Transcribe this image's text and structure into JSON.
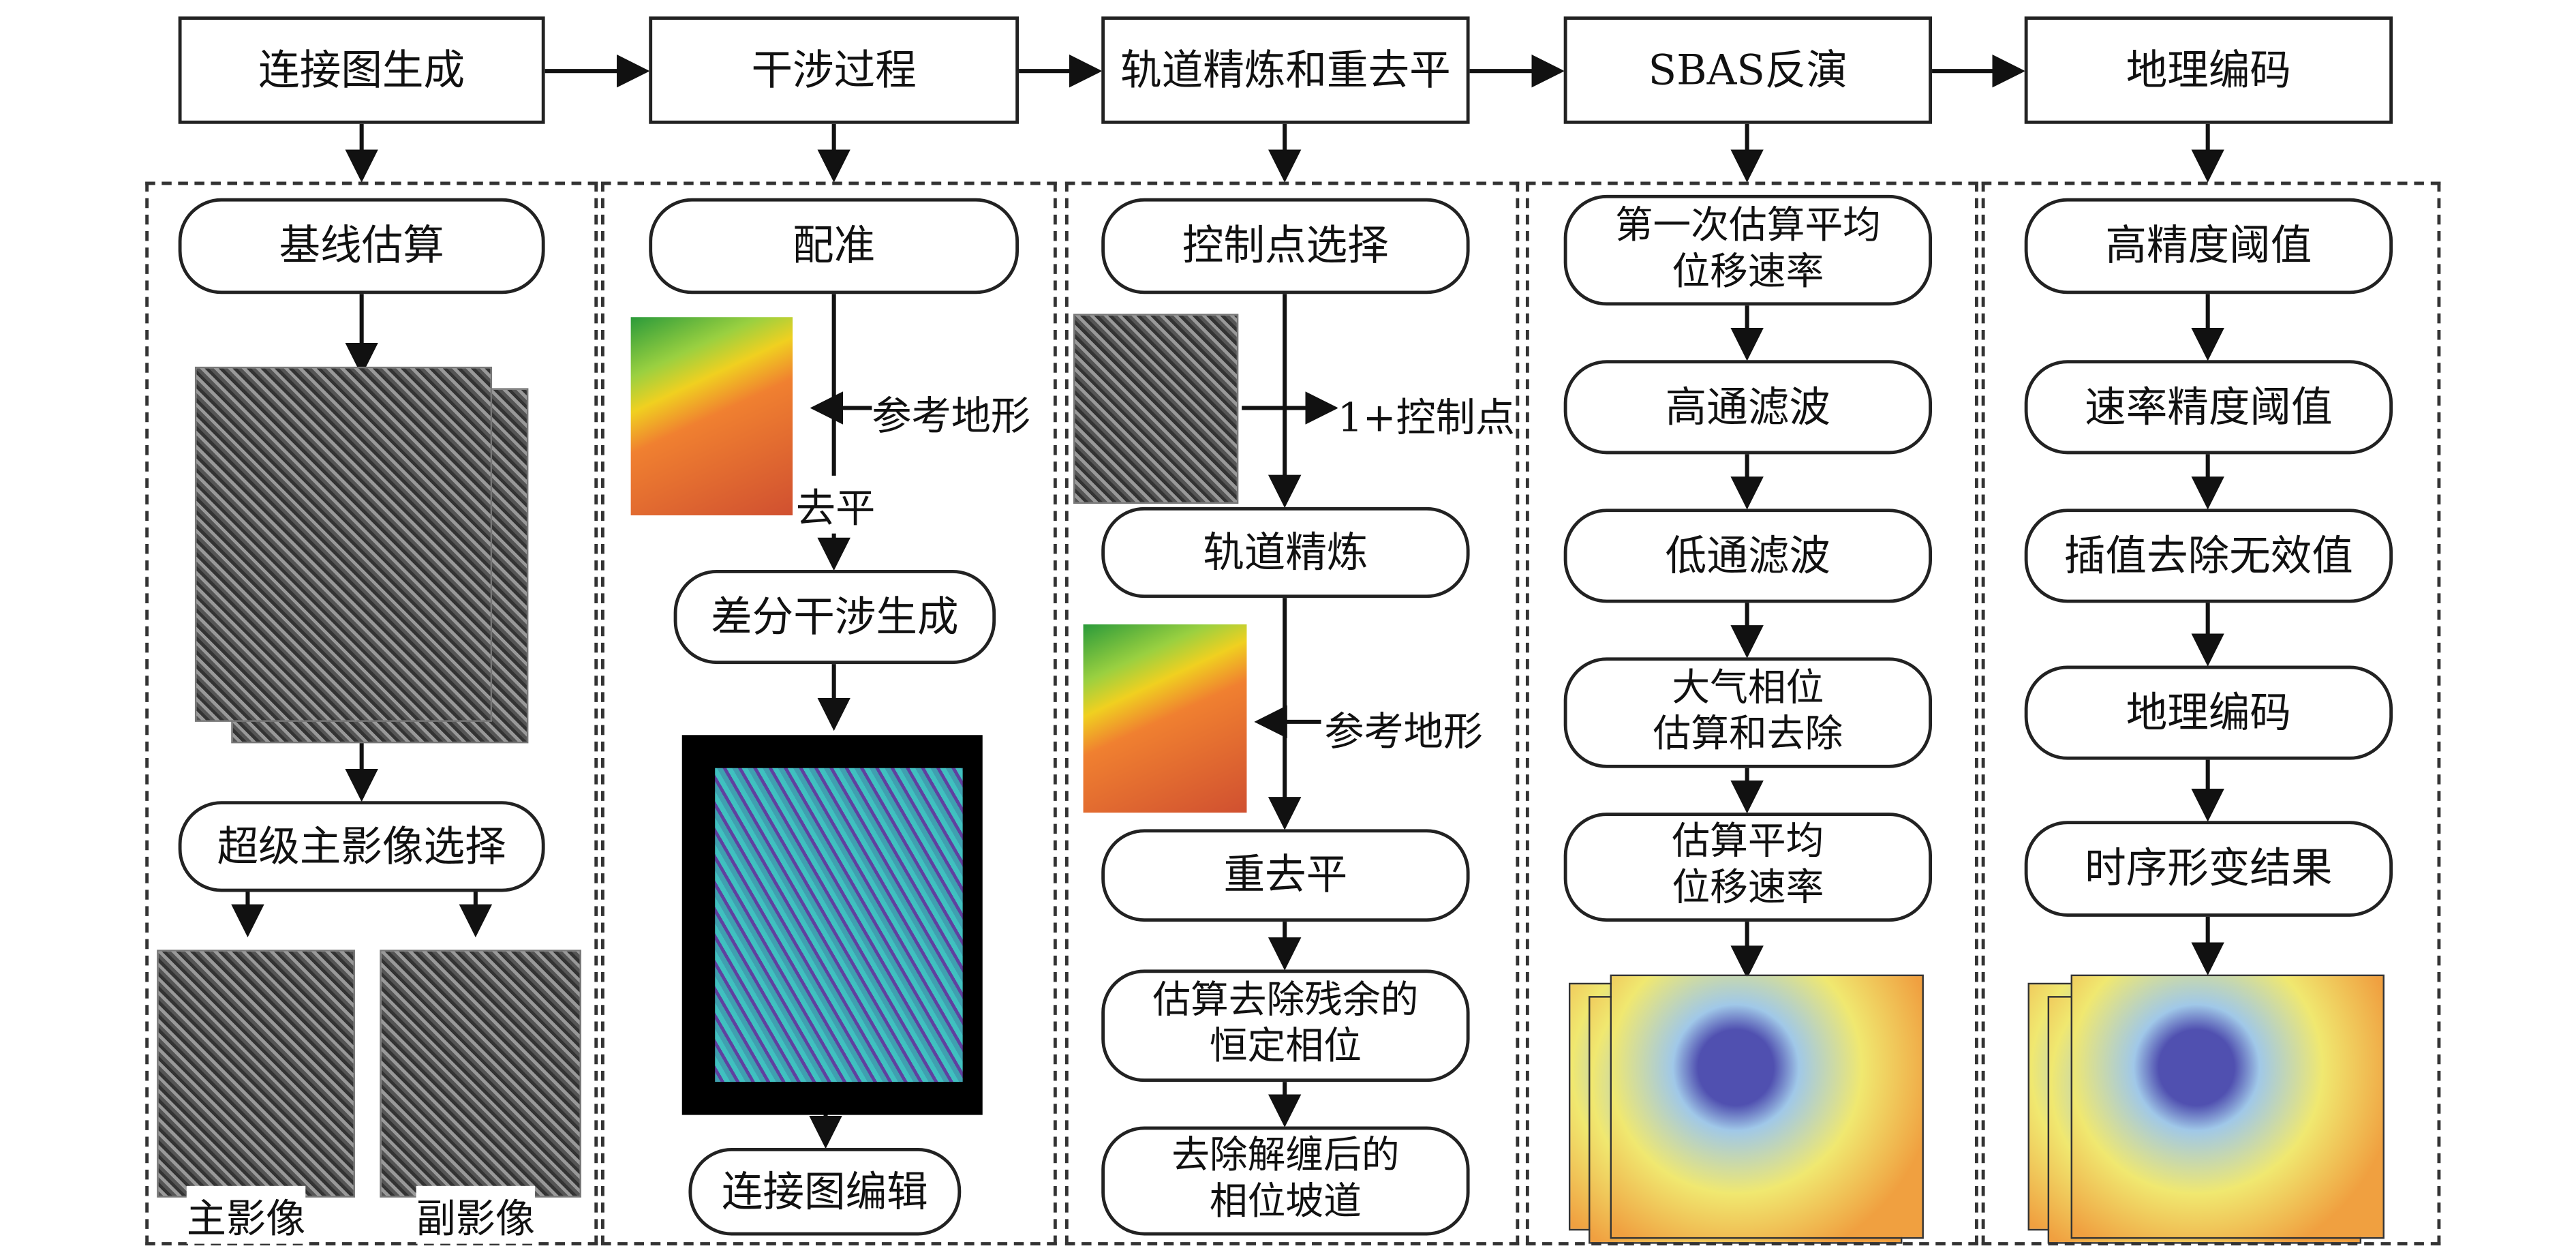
{
  "top": [
    "连接图生成",
    "干涉过程",
    "轨道精炼和重去平",
    "SBAS反演",
    "地理编码"
  ],
  "col1": {
    "b1": "基线估算",
    "b2": "超级主影像选择",
    "master": "主影像",
    "slave": "副影像"
  },
  "col2": {
    "b1": "配准",
    "ref": "参考地形",
    "flat": "去平",
    "b2": "差分干涉生成",
    "b3": "连接图编辑"
  },
  "col3": {
    "b1": "控制点选择",
    "gcp": "1+控制点",
    "b2": "轨道精炼",
    "ref": "参考地形",
    "b3": "重去平",
    "b4": "估算去除残余的\n恒定相位",
    "b5": "去除解缠后的\n相位坡道"
  },
  "col4": {
    "b1": "第一次估算平均\n位移速率",
    "b2": "高通滤波",
    "b3": "低通滤波",
    "b4": "大气相位\n估算和去除",
    "b5": "估算平均\n位移速率"
  },
  "col5": {
    "b1": "高精度阈值",
    "b2": "速率精度阈值",
    "b3": "插值去除无效值",
    "b4": "地理编码",
    "b5": "时序形变结果"
  }
}
